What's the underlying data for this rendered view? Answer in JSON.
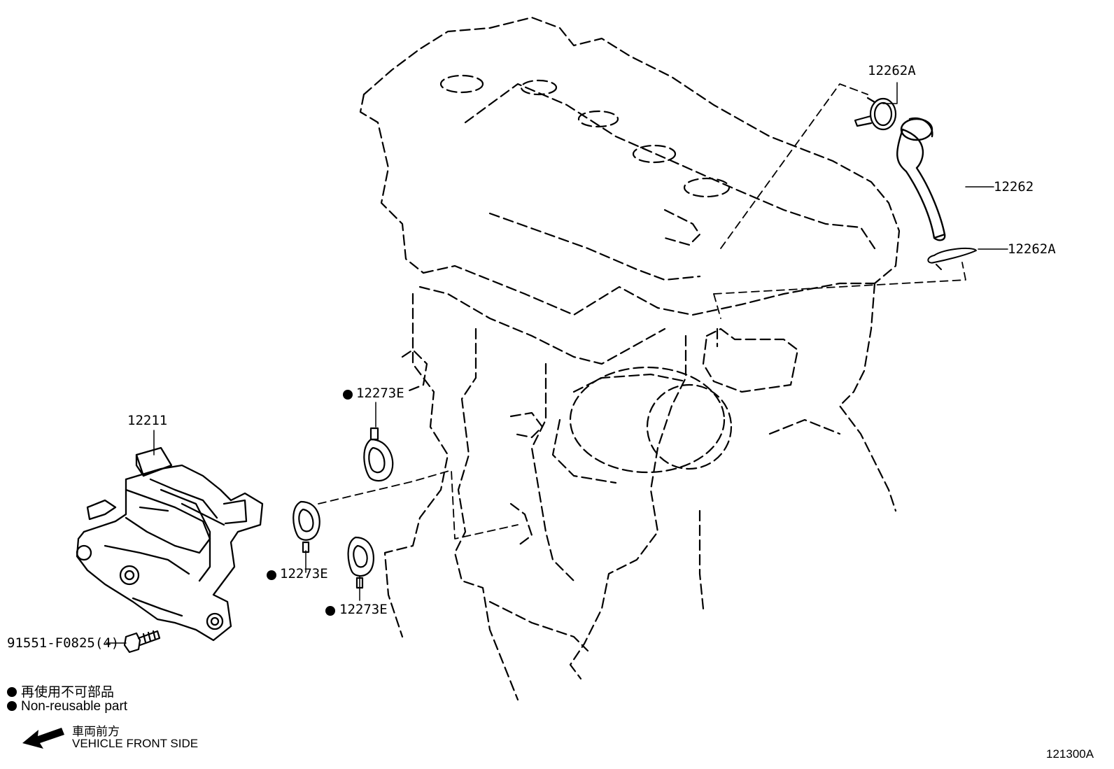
{
  "diagram_id": "121300A",
  "parts": {
    "clamp_top": "12262A",
    "hose": "12262",
    "clamp_bottom": "12262A",
    "separator": "12211",
    "gasket_upper": "12273E",
    "gasket_left": "12273E",
    "gasket_lower": "12273E",
    "bolt": "91551-F0825(4)"
  },
  "legend": {
    "non_reusable_jp": "再使用不可部品",
    "non_reusable_en": "Non-reusable part"
  },
  "vehicle_front": {
    "jp": "車両前方",
    "en": "VEHICLE FRONT SIDE"
  }
}
